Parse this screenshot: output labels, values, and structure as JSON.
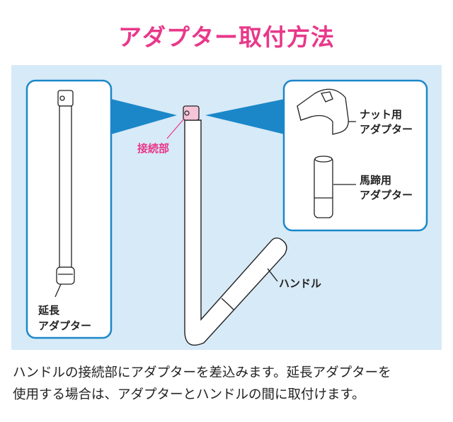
{
  "title": "アダプター取付方法",
  "labels": {
    "connection": "接続部",
    "extension_line1": "延長",
    "extension_line2": "アダプター",
    "nut_line1": "ナット用",
    "nut_line2": "アダプター",
    "hoof_line1": "馬蹄用",
    "hoof_line2": "アダプター",
    "handle": "ハンドル"
  },
  "caption": {
    "line1": "ハンドルの接続部にアダプターを差込みます。延長アダプターを",
    "line2": "使用する場合は、アダプターとハンドルの間に取付けます。"
  },
  "colors": {
    "accent": "#e8388a",
    "panel": "#d7eaf7",
    "border": "#1b87c9"
  }
}
